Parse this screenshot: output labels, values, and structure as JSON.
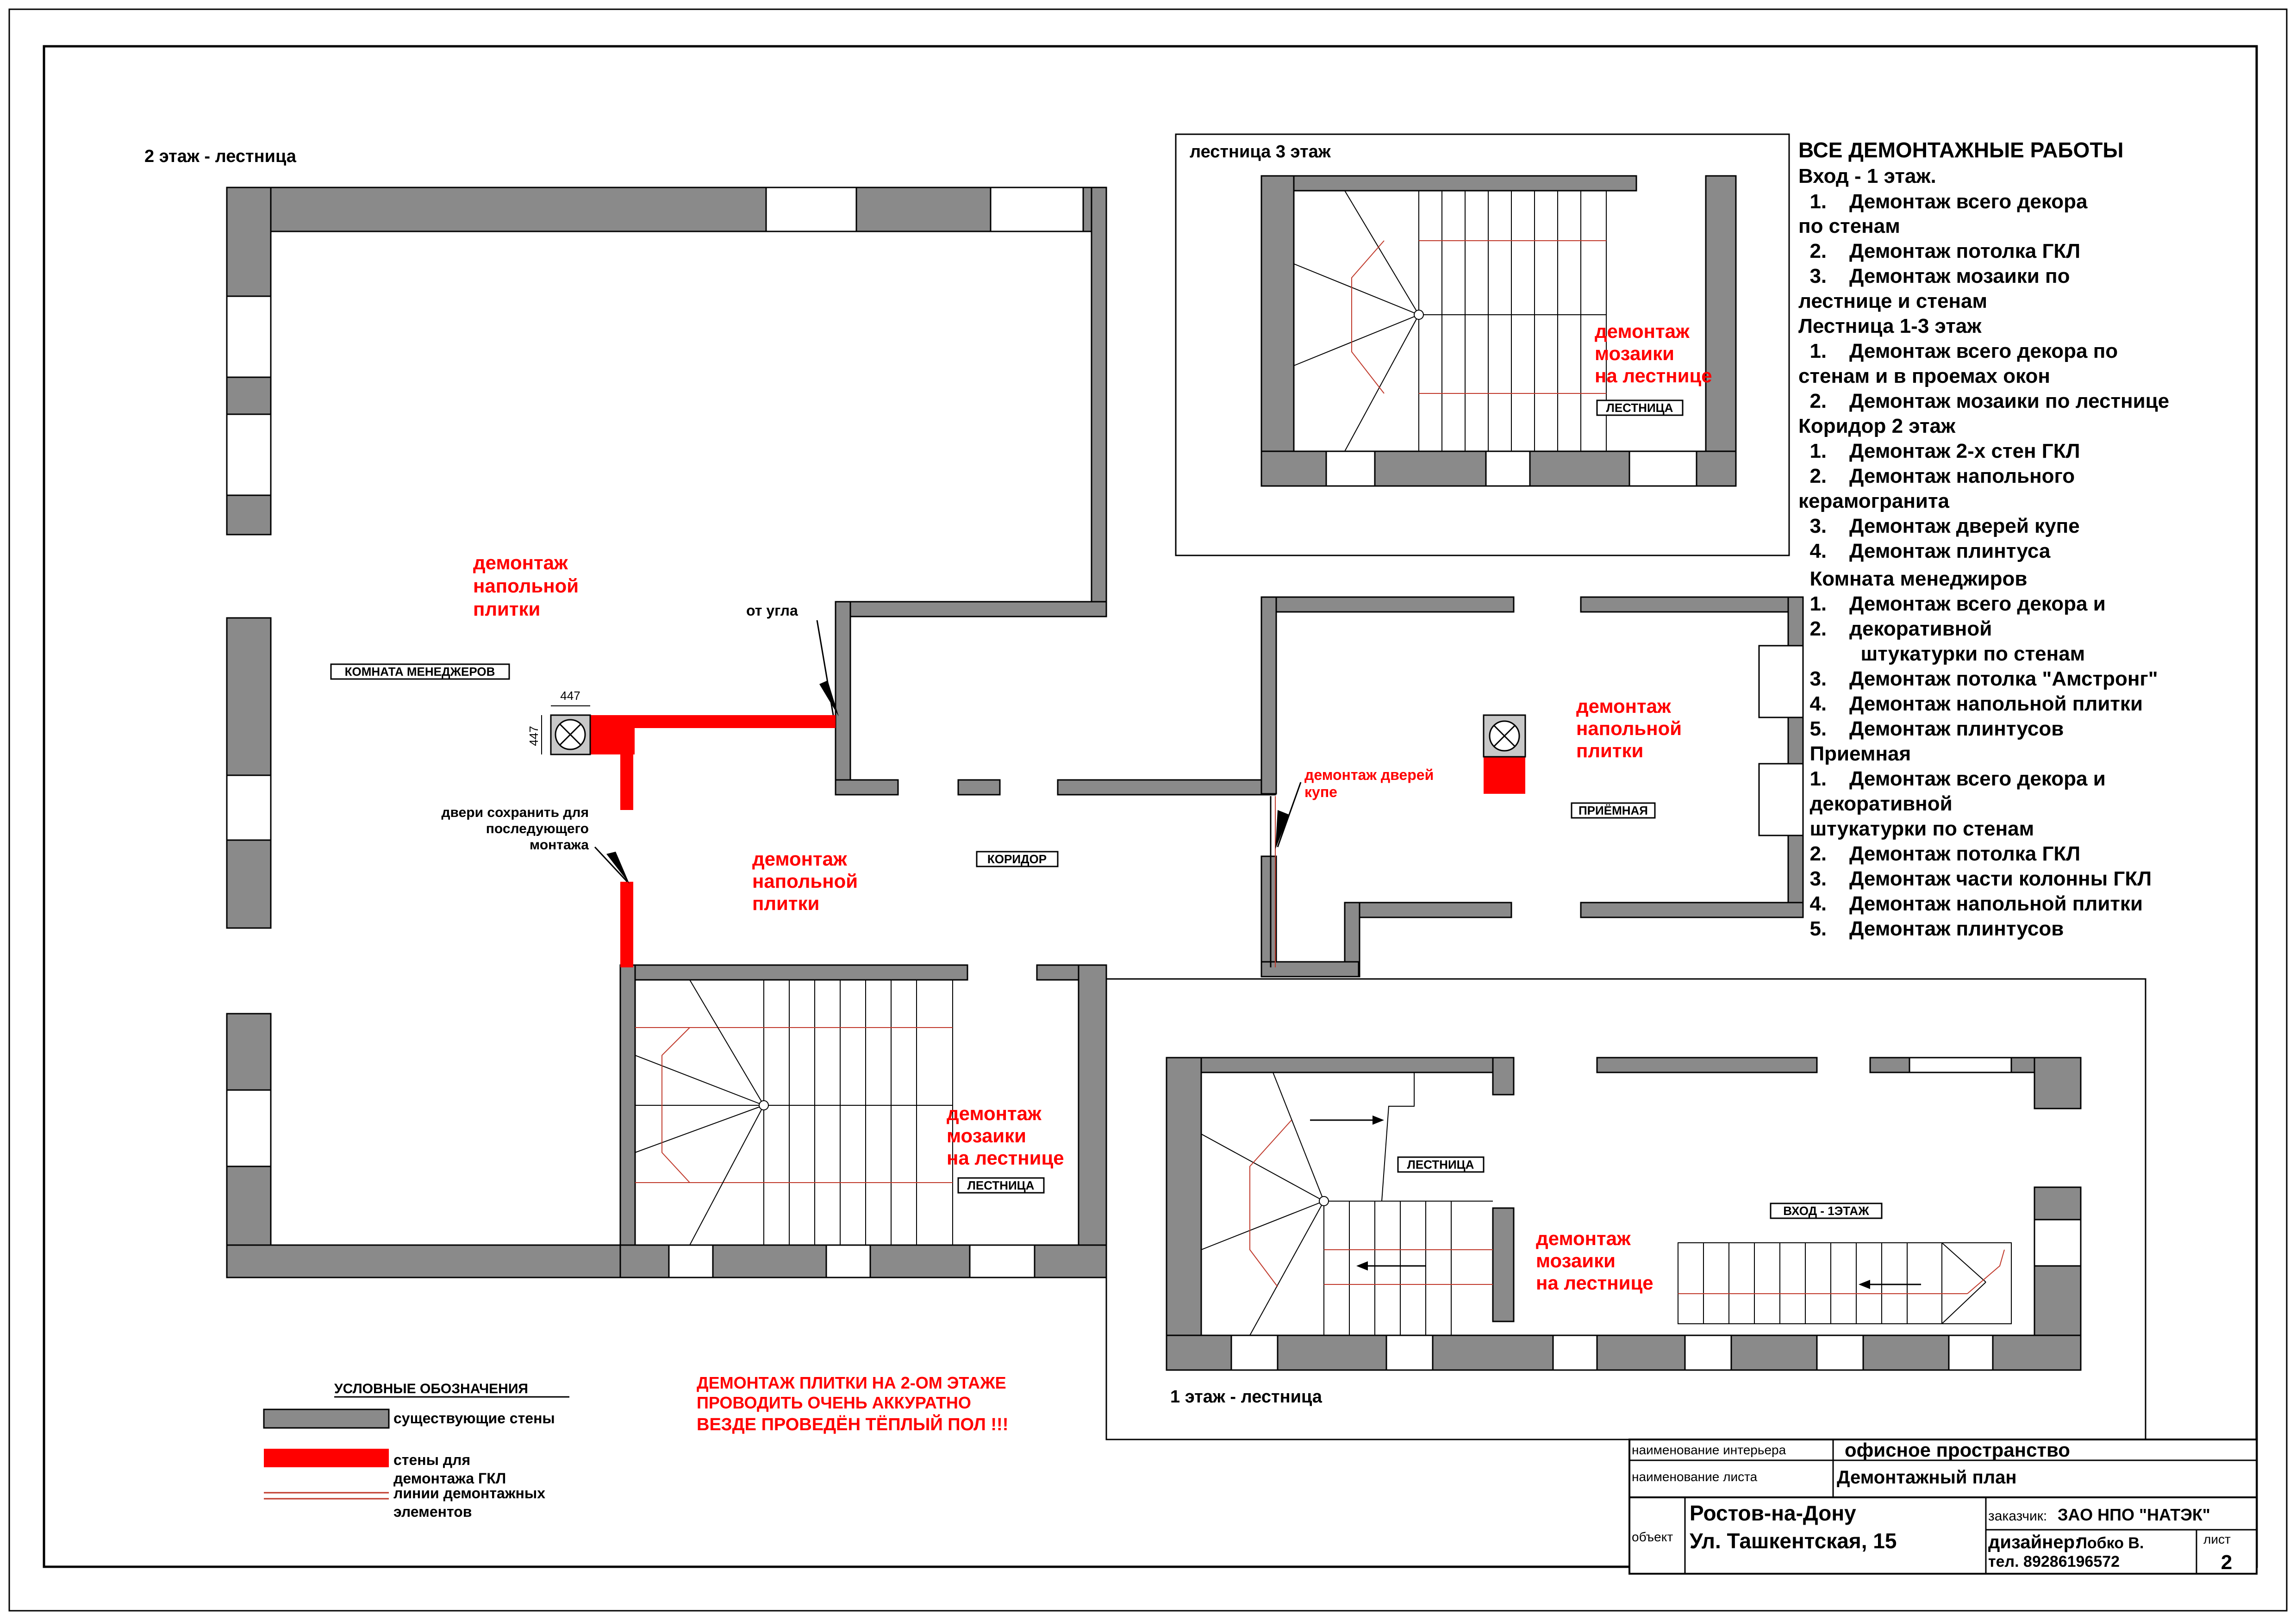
{
  "floor2_title": "2 этаж - лестница",
  "stair3_title": "лестница 3 этаж",
  "floor1_title": "1 этаж - лестница",
  "rooms": {
    "managers": "КОМНАТА МЕНЕДЖЕРОВ",
    "corridor": "КОРИДОР",
    "reception": "ПРИЁМНАЯ",
    "stair": "ЛЕСТНИЦА",
    "entrance": "ВХОД - 1ЭТАЖ"
  },
  "notes": {
    "floor_tile_line1": "демонтаж",
    "floor_tile_line2": "напольной",
    "floor_tile_line3": "плитки",
    "mosaic_line1": "демонтаж",
    "mosaic_line2": "мозаики",
    "mosaic_line3": "на лестнице",
    "doors_line1": "демонтаж дверей",
    "doors_line2": "купе",
    "from_corner": "от угла",
    "keep_doors_line1": "двери сохранить для",
    "keep_doors_line2": "последующего",
    "keep_doors_line3": "монтажа",
    "dim_447": "447"
  },
  "warning": {
    "line1": "ДЕМОНТАЖ ПЛИТКИ НА 2-ОМ ЭТАЖЕ",
    "line2": "ПРОВОДИТЬ ОЧЕНЬ АККУРАТНО",
    "line3": "ВЕЗДЕ ПРОВЕДЁН ТЁПЛЫЙ ПОЛ !!!"
  },
  "legend": {
    "title": "УСЛОВНЫЕ ОБОЗНАЧЕНИЯ",
    "existing": "существующие стены",
    "gkl_line1": "стены для",
    "gkl_line2": "демонтажа ГКЛ",
    "lines_line1": "линии демонтажных",
    "lines_line2": "элементов"
  },
  "works": [
    "ВСЕ ДЕМОНТАЖНЫЕ РАБОТЫ",
    "Вход - 1 этаж.",
    "  1.    Демонтаж всего декора",
    "по стенам",
    "  2.    Демонтаж потолка ГКЛ",
    "  3.    Демонтаж мозаики по",
    "лестнице и стенам",
    "Лестница 1-3 этаж",
    "  1.    Демонтаж всего декора по",
    "стенам и в проемах окон",
    "  2.    Демонтаж мозаики по лестнице",
    "Коридор 2 этаж",
    "  1.    Демонтаж 2-х стен ГКЛ",
    "  2.    Демонтаж напольного",
    "керамогранита",
    "  3.    Демонтаж дверей купе",
    "  4.    Демонтаж плинтуса",
    "  Комната менеджиров",
    "  1.    Демонтаж всего декора и",
    "  2.    декоративной",
    "           штукатурки по стенам",
    "  3.    Демонтаж потолка \"Амстронг\"",
    "  4.    Демонтаж напольной плитки",
    "  5.    Демонтаж плинтусов",
    "  Приемная",
    "  1.    Демонтаж всего декора и",
    "  декоративной",
    "  штукатурки по стенам",
    "  2.    Демонтаж потолка ГКЛ",
    "  3.    Демонтаж части колонны ГКЛ",
    "  4.    Демонтаж напольной плитки",
    "  5.    Демонтаж плинтусов"
  ],
  "title_block": {
    "interior_label": "наименование интерьера",
    "interior_value": "офисное пространство",
    "sheet_label": "наименование листа",
    "sheet_value": "Демонтажный план",
    "object_label": "объект",
    "city": "Ростов-на-Дону",
    "address": "Ул. Ташкентская, 15",
    "client_label": "заказчик:",
    "client_value": "ЗАО НПО \"НАТЭК\"",
    "designer_label": "дизайнер:",
    "designer_value": "Лобко В.",
    "phone": "тел. 89286196572",
    "list_label": "лист",
    "list_value": "2"
  },
  "colors": {
    "wall": "#8a8a8a",
    "demolition": "#ff0000",
    "text": "#000000"
  }
}
